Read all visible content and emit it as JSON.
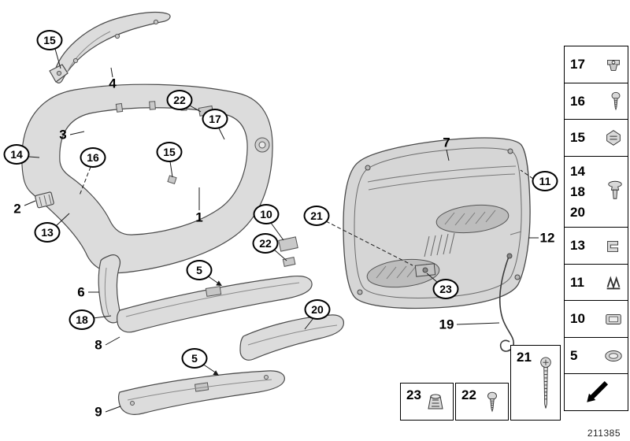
{
  "diagram": {
    "doc_number": "211385",
    "callouts": {
      "circled": [
        "15",
        "22",
        "17",
        "14",
        "16",
        "15",
        "13",
        "10",
        "22",
        "21",
        "5",
        "18",
        "5",
        "20",
        "23",
        "11"
      ],
      "plain": [
        "4",
        "3",
        "2",
        "1",
        "6",
        "8",
        "9",
        "7",
        "19",
        "12"
      ]
    },
    "sidebar": [
      {
        "number": "17",
        "icon": "clip-icon"
      },
      {
        "number": "16",
        "icon": "screw-icon"
      },
      {
        "number": "15",
        "icon": "sheet-metal-clip-icon"
      },
      {
        "numbers": [
          "14",
          "18",
          "20"
        ],
        "icon": "expanding-rivet-icon"
      },
      {
        "number": "13",
        "icon": "clamp-icon"
      },
      {
        "number": "11",
        "icon": "spring-clip-icon"
      },
      {
        "number": "10",
        "icon": "cap-icon"
      },
      {
        "number": "5",
        "icon": "oval-cap-icon"
      },
      {
        "icon": "direction-arrow-icon"
      }
    ],
    "fastener_boxes": [
      {
        "number": "23",
        "icon": "nut-icon"
      },
      {
        "number": "22",
        "icon": "screw-icon"
      },
      {
        "number": "21",
        "icon": "long-screw-icon"
      }
    ]
  }
}
